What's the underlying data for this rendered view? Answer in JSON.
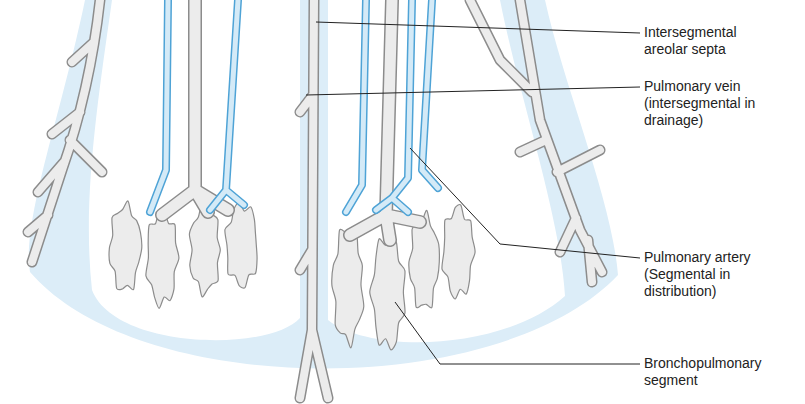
{
  "diagram": {
    "labels": [
      "Intersegmental areolar septa",
      "Pulmonary vein (intersegmental in drainage)",
      "Pulmonary artery (Segmental in distribution)",
      "Bronchopulmonary segment"
    ]
  }
}
